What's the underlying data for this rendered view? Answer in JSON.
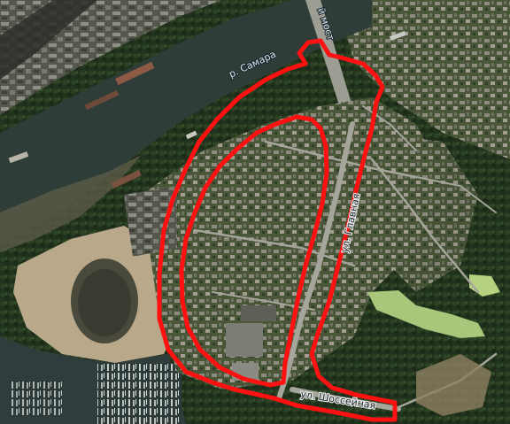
{
  "map": {
    "labels": {
      "river": "р. Самара",
      "bridge": "й мост",
      "street_main": "ул. Главная",
      "street_highway": "ул. Шоссейная"
    },
    "colors": {
      "water": "#2f3d38",
      "water_shallow": "#5c5a48",
      "land": "#3d4a2e",
      "forest": "#24361f",
      "urban": "#6d6e63",
      "sand": "#b9a98a",
      "road": "#9d9d93",
      "pond": "#a8c77a",
      "outline": "#ff1111"
    }
  }
}
